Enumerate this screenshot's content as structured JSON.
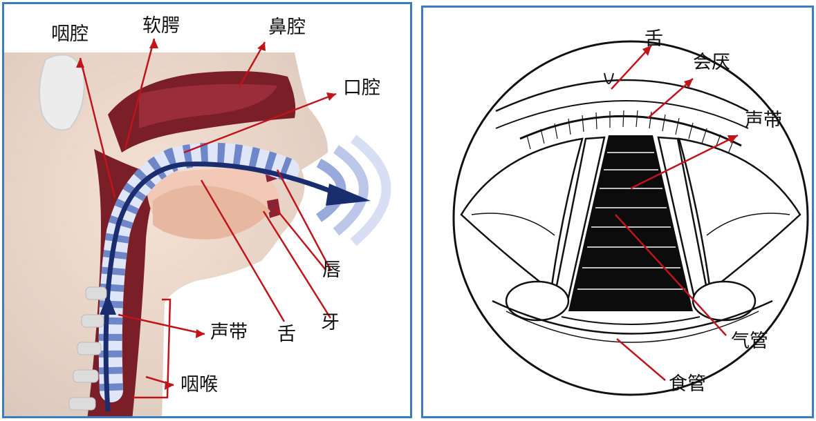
{
  "left_diagram": {
    "labels": {
      "pharynx": "咽腔",
      "soft_palate": "软腭",
      "nasal_cavity": "鼻腔",
      "oral_cavity": "口腔",
      "lips": "唇",
      "teeth": "牙",
      "tongue": "舌",
      "vocal_cords": "声带",
      "larynx": "咽喉"
    }
  },
  "right_diagram": {
    "labels": {
      "tongue": "舌",
      "epiglottis": "会厌",
      "vocal_cords": "声带",
      "trachea": "气管",
      "esophagus": "食管"
    }
  },
  "colors": {
    "panel_border": "#3a7cc0",
    "annotation_line": "#c0141a",
    "tissue_dark": "#7a1e28",
    "airflow_blue": "#1a2d6e",
    "sound_wave_blue": "#8da0d8"
  }
}
